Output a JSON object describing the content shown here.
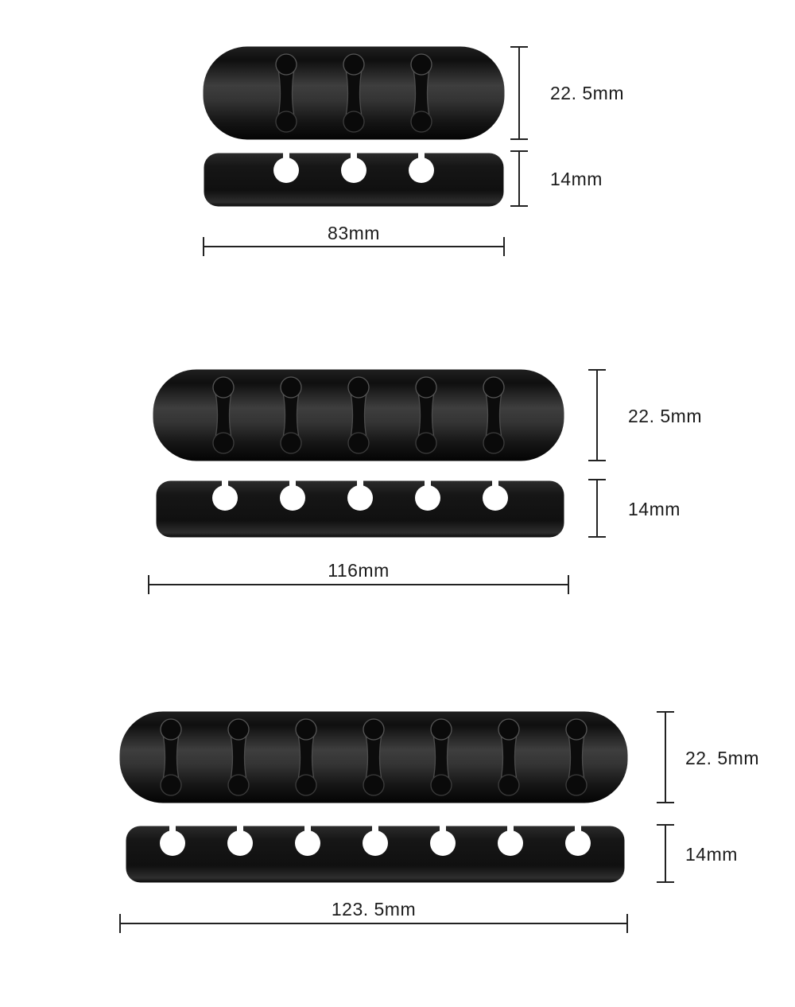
{
  "diagram": {
    "description": "cable-organizer-dimension-diagram",
    "groups": [
      {
        "name": "3-slot-organizer",
        "slots": 3,
        "top_height_label": "22. 5mm",
        "side_height_label": "14mm",
        "width_label": "83mm"
      },
      {
        "name": "5-slot-organizer",
        "slots": 5,
        "top_height_label": "22. 5mm",
        "side_height_label": "14mm",
        "width_label": "116mm"
      },
      {
        "name": "7-slot-organizer",
        "slots": 7,
        "top_height_label": "22. 5mm",
        "side_height_label": "14mm",
        "width_label": "123. 5mm"
      }
    ],
    "colors": {
      "body_dark": "#0a0a0a",
      "body_highlight": "#3e3e3e",
      "slot_edge": "#4d4d4d",
      "hole": "#ffffff",
      "dimension_line": "#222222",
      "label_text": "#1c1c1c",
      "background": "#ffffff"
    }
  }
}
